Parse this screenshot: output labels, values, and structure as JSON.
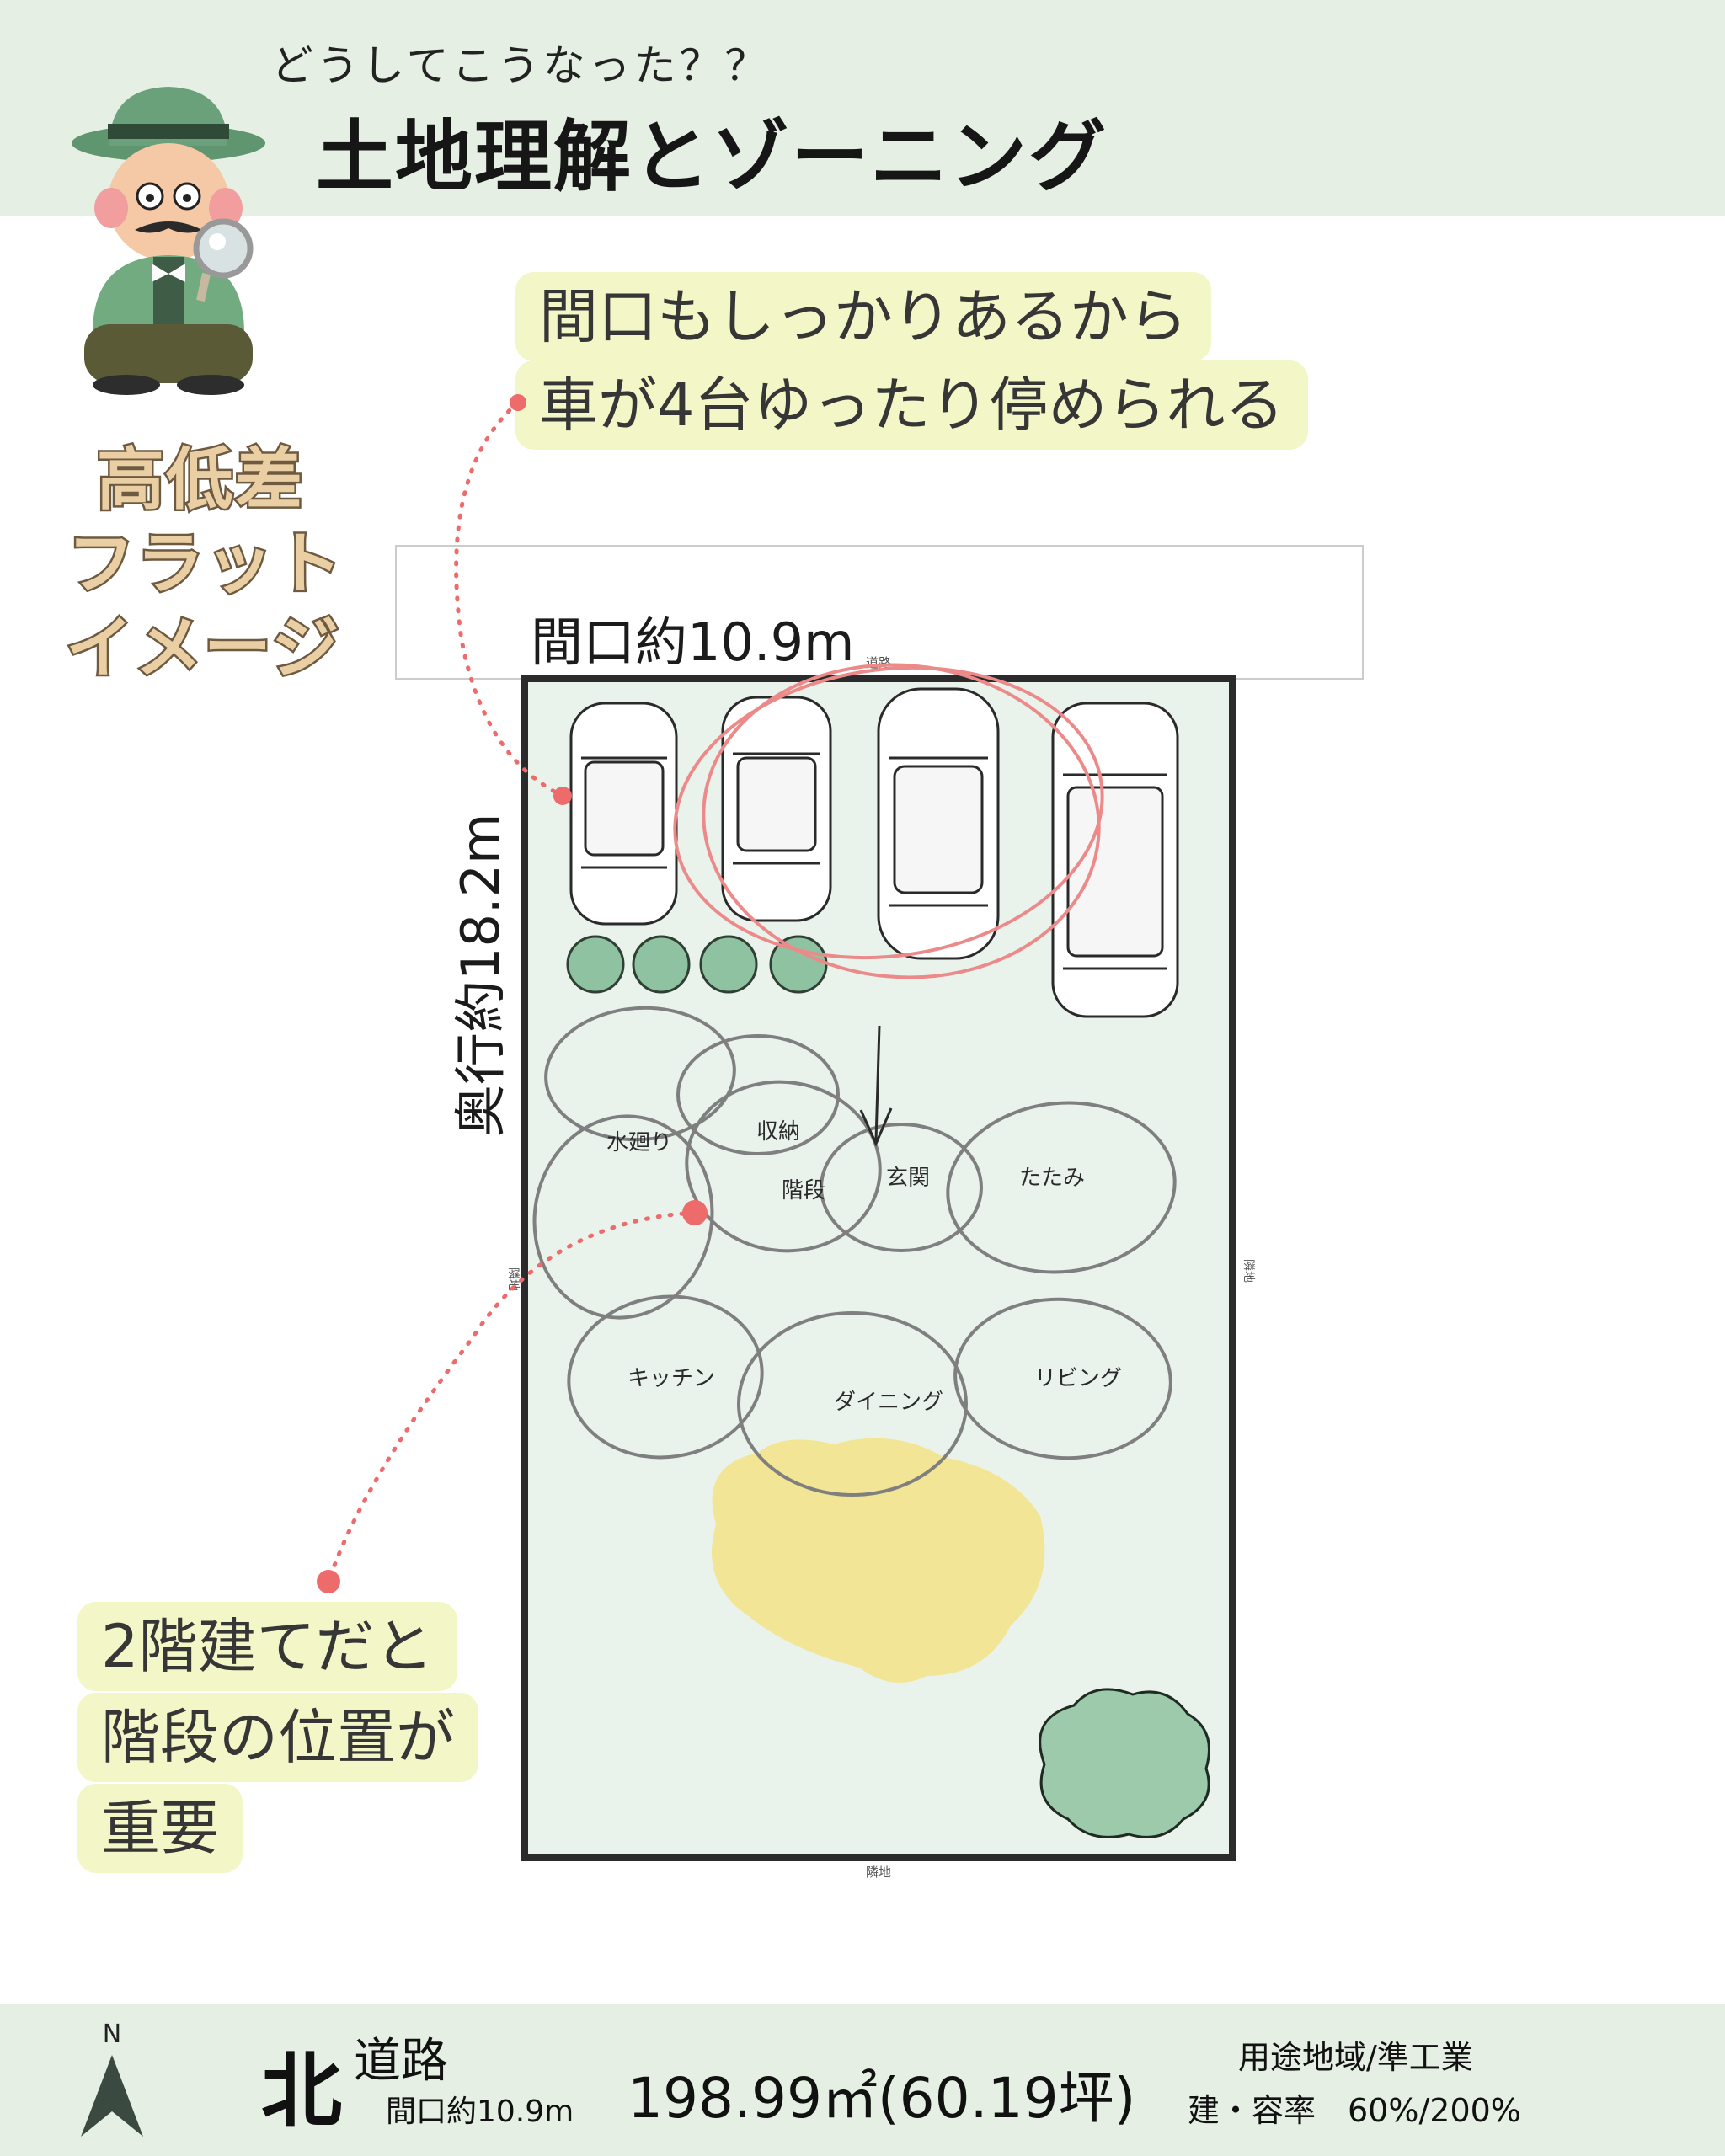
{
  "header": {
    "subtitle": "どうしてこうなった？？",
    "title": "土地理解とゾーニング"
  },
  "side_labels": [
    "高低差",
    "フラット",
    "イメージ"
  ],
  "callouts": {
    "parking_line1": "間口もしっかりあるから",
    "parking_line2": "車が4台ゆったり停められる",
    "stairs_line1": "2階建てだと",
    "stairs_line2": "階段の位置が",
    "stairs_line3": "重要"
  },
  "site": {
    "frontage_label": "間口約10.9m",
    "depth_label": "奥行約18.2m",
    "road_small": "道路",
    "neighbor_left": "隣地",
    "neighbor_right": "隣地",
    "neighbor_bottom": "隣地",
    "car_count": 4,
    "shrub_count": 4
  },
  "zones": {
    "plumbing": "水廻り",
    "storage": "収納",
    "stairs": "階段",
    "entrance": "玄関",
    "tatami": "たたみ",
    "kitchen": "キッチン",
    "dining": "ダイニング",
    "living": "リビング"
  },
  "footer": {
    "compass_n": "N",
    "north": "北",
    "road": "道路",
    "frontage": "間口約10.9m",
    "area": "198.99㎡(60.19坪)",
    "zoning": "用途地域/準工業",
    "ratio": "建・容率　60%/200%"
  },
  "colors": {
    "header_bg": "#e5efe3",
    "site_fill": "#eaf2ec",
    "callout_bg": "#f3f6c6",
    "dot_line": "#ee6b6b",
    "circle_red": "#ec8a8a",
    "sun_yellow": "#f3e596",
    "tree_green": "#9ccaaa",
    "side_text_fill": "#ebcfa4"
  },
  "icons": [
    "detective-illustration",
    "magnifier-icon",
    "compass-arrow-icon",
    "tree-icon",
    "car-icon"
  ]
}
